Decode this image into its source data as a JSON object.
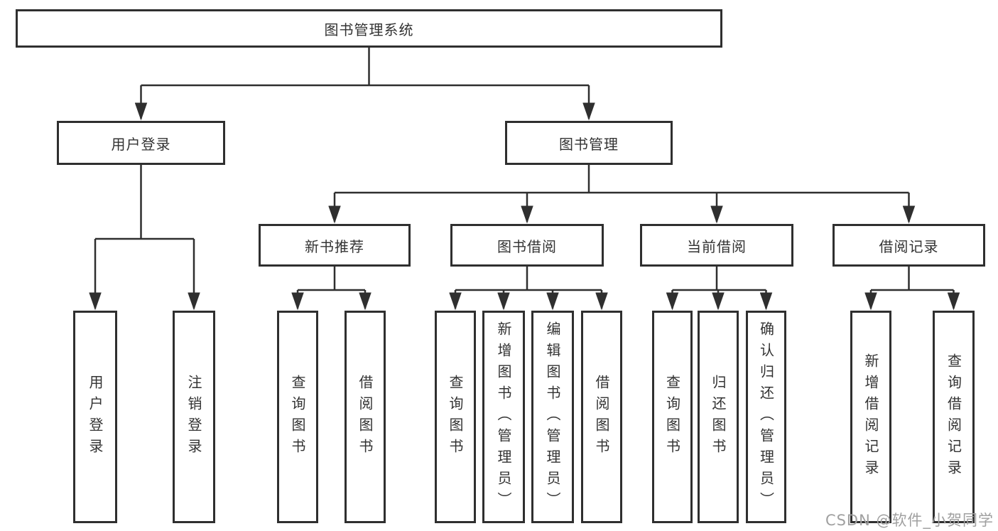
{
  "colors": {
    "line": "#2f2f2f",
    "box_border": "#2f2f2f",
    "text": "#333333",
    "watermark_text": "#a0a0a0",
    "background": "#ffffff"
  },
  "watermark": "CSDN @软件_小贺同学",
  "tree": {
    "root": {
      "label": "图书管理系统"
    },
    "branches": [
      {
        "label": "用户登录",
        "children": [
          {
            "label": "用户登录"
          },
          {
            "label": "注销登录"
          }
        ]
      },
      {
        "label": "图书管理",
        "children": [
          {
            "label": "新书推荐",
            "children": [
              {
                "label": "查询图书"
              },
              {
                "label": "借阅图书"
              }
            ]
          },
          {
            "label": "图书借阅",
            "children": [
              {
                "label": "查询图书"
              },
              {
                "label": "新增图书（管理员）"
              },
              {
                "label": "编辑图书（管理员）"
              },
              {
                "label": "借阅图书"
              }
            ]
          },
          {
            "label": "当前借阅",
            "children": [
              {
                "label": "查询图书"
              },
              {
                "label": "归还图书"
              },
              {
                "label": "确认归还（管理员）"
              }
            ]
          },
          {
            "label": "借阅记录",
            "children": [
              {
                "label": "新增借阅记录"
              },
              {
                "label": "查询借阅记录"
              }
            ]
          }
        ]
      }
    ]
  }
}
